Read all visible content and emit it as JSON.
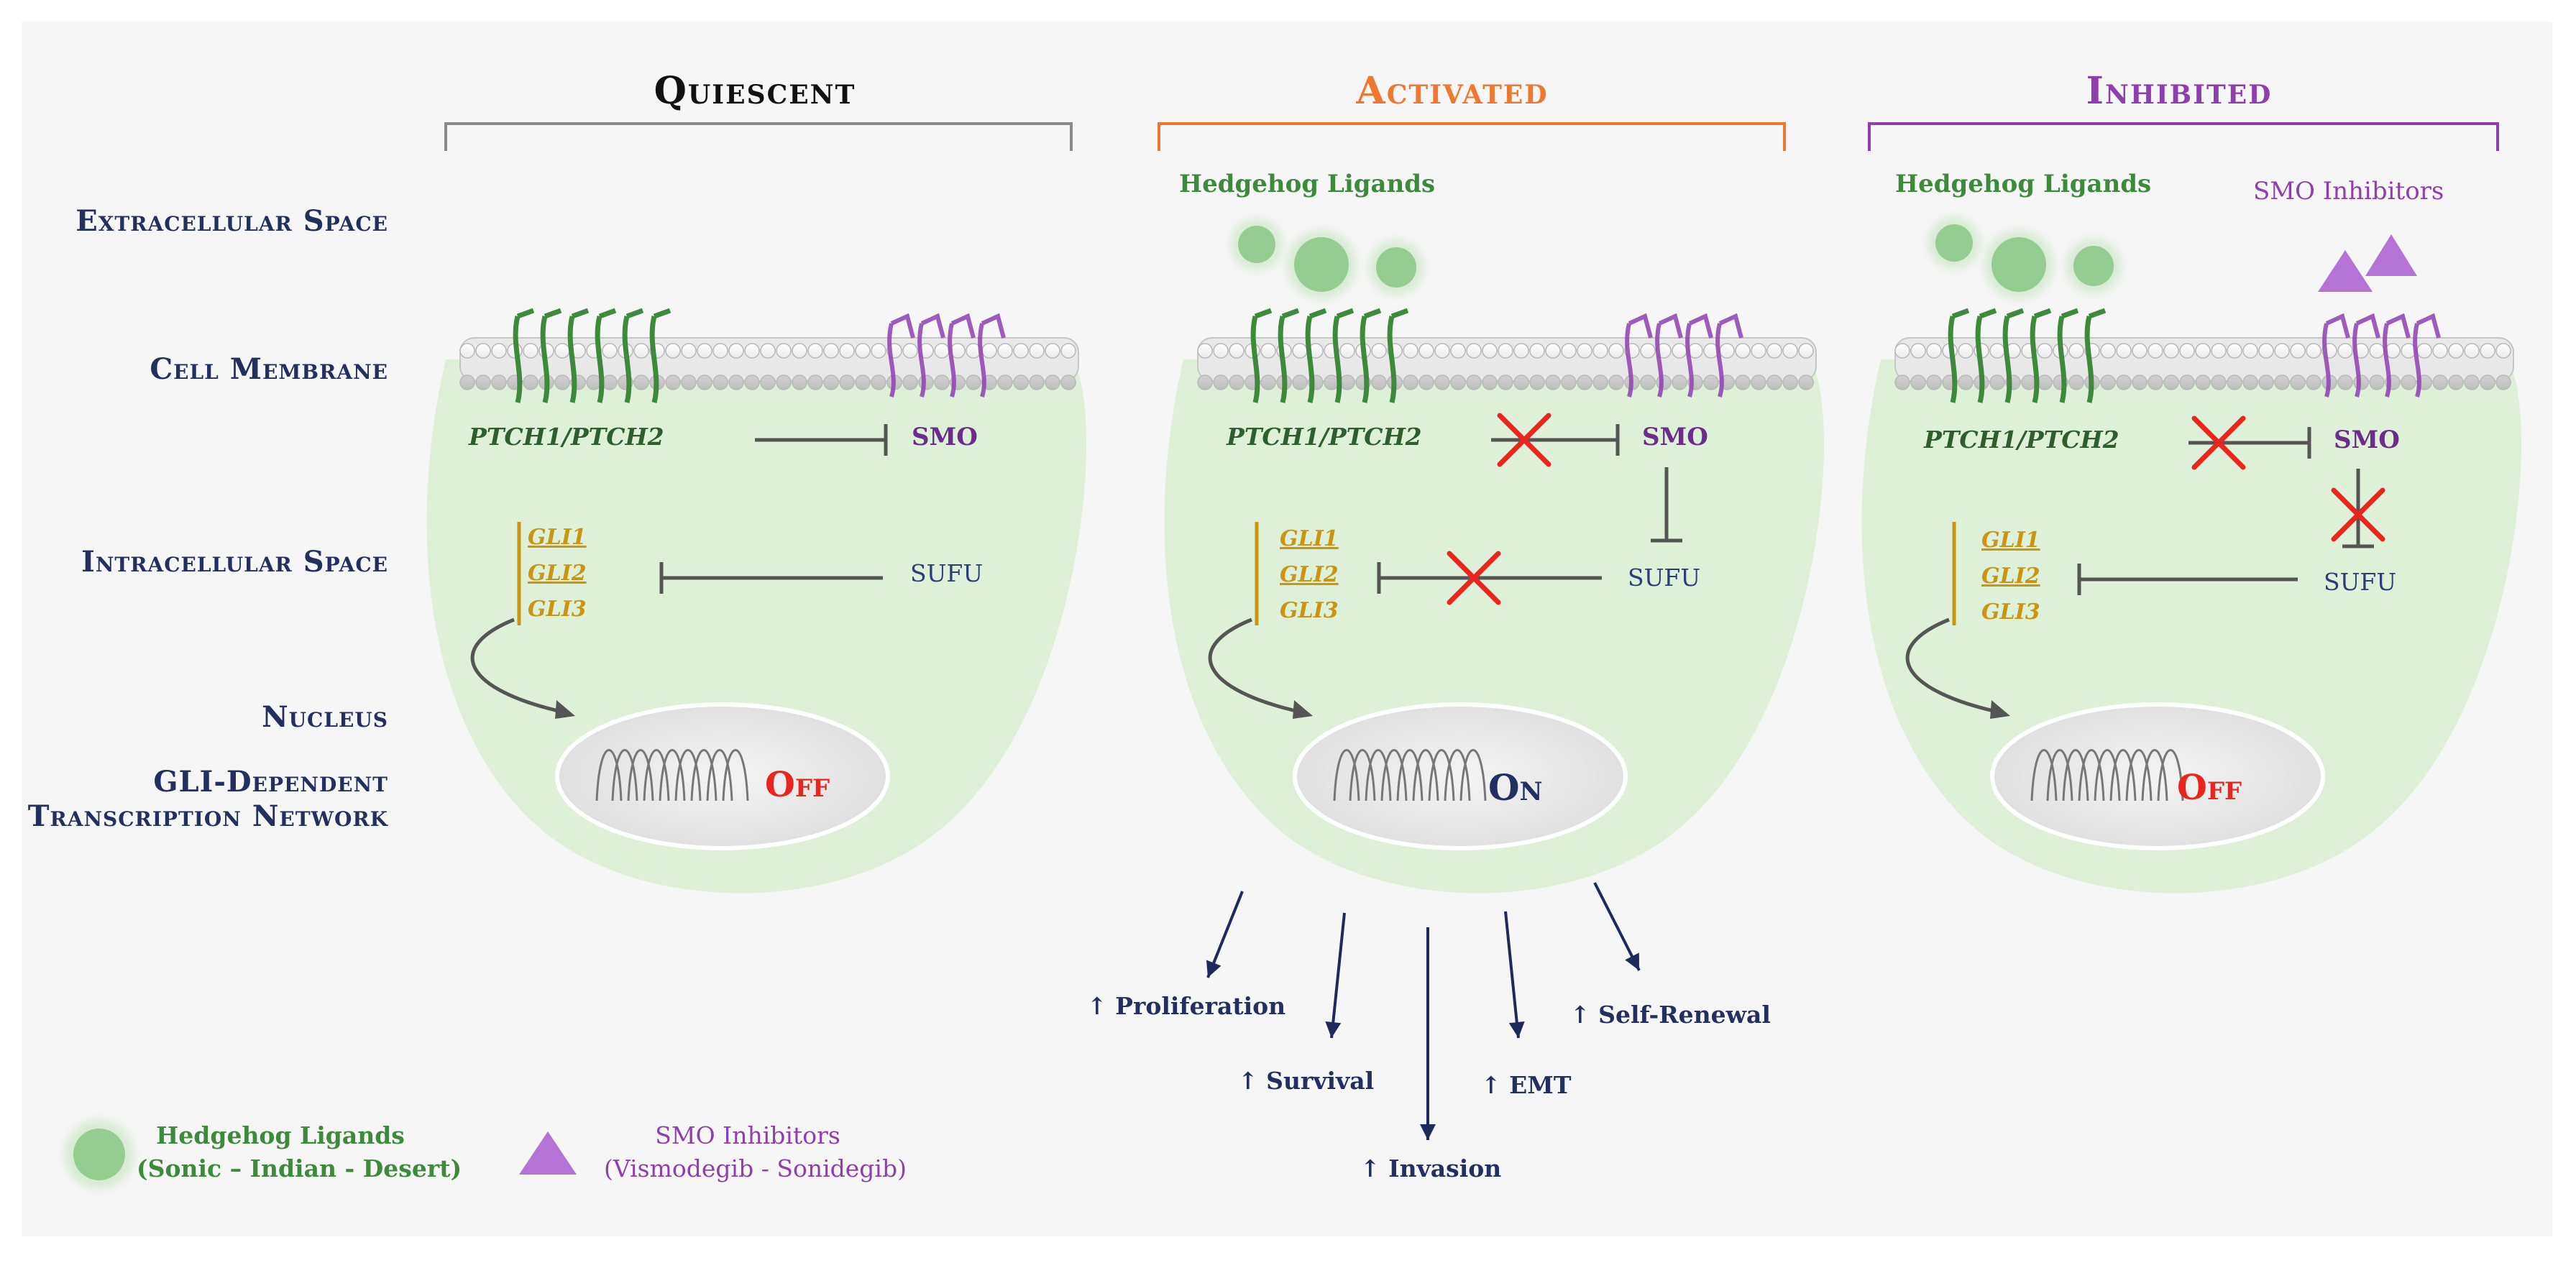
{
  "headers": {
    "quiescent": "Quiescent",
    "activated": "Activated",
    "inhibited": "Inhibited"
  },
  "row_labels": {
    "extracellular": "Extracellular Space",
    "membrane": "Cell Membrane",
    "intracellular": "Intracellular Space",
    "nucleus": "Nucleus",
    "gli_network_line1": "GLI-Dependent",
    "gli_network_line2": "Transcription Network"
  },
  "cell": {
    "ptch": "PTCH1/PTCH2",
    "smo": "SMO",
    "sufu": "SUFU",
    "gli": [
      "GLI1",
      "GLI2",
      "GLI3"
    ],
    "hedgehog_ligands": "Hedgehog Ligands",
    "smo_inhibitors": "SMO Inhibitors"
  },
  "states": {
    "quiescent": "Off",
    "activated": "On",
    "inhibited": "Off"
  },
  "outcomes": {
    "proliferation": "↑ Proliferation",
    "survival": "↑ Survival",
    "invasion": "↑ Invasion",
    "emt": "↑ EMT",
    "self_renewal": "↑ Self-Renewal"
  },
  "legend": {
    "ligands_title": "Hedgehog Ligands",
    "ligands_sub": "(Sonic – Indian - Desert)",
    "inhibitors_title": "SMO Inhibitors",
    "inhibitors_sub": "(Vismodegib - Sonidegib)"
  },
  "colors": {
    "navy": "#23305f",
    "green": "#3d8a3d",
    "purple": "#8d3fb0",
    "orange": "#f0772f",
    "gold": "#c89613",
    "red": "#e8261e",
    "cell": "#dcefd6",
    "ligand": "#93cd8f",
    "inhibitor": "#b673d6"
  }
}
